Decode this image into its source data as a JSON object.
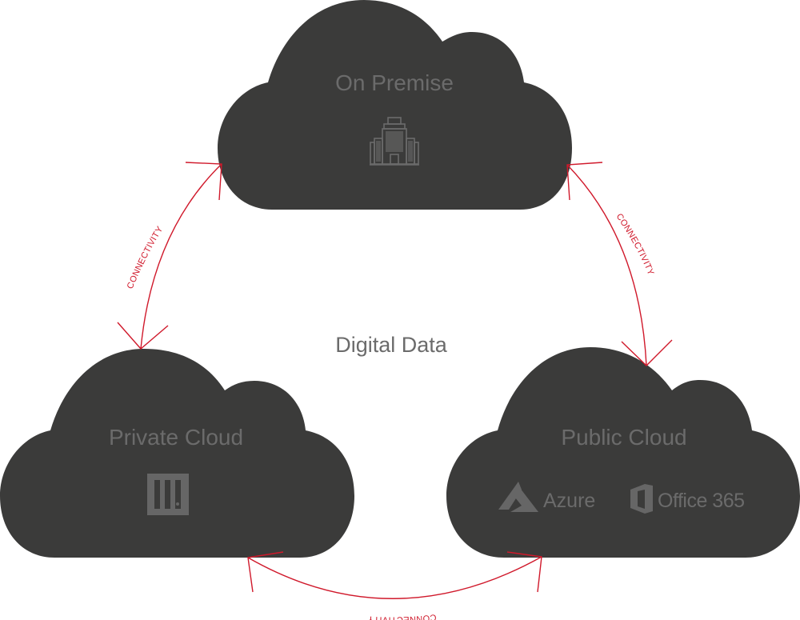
{
  "center_label": "Digital Data",
  "clouds": {
    "on_premise": {
      "label": "On Premise",
      "icon": "building-icon"
    },
    "private_cloud": {
      "label": "Private Cloud",
      "icon": "server-rack-icon"
    },
    "public_cloud": {
      "label": "Public Cloud",
      "logos": [
        {
          "name": "Azure",
          "icon": "azure-logo-icon"
        },
        {
          "name": "Office 365",
          "icon": "office365-logo-icon"
        }
      ]
    }
  },
  "connections": [
    {
      "from": "On Premise",
      "to": "Private Cloud",
      "label": "CONNECTIVITY"
    },
    {
      "from": "On Premise",
      "to": "Public Cloud",
      "label": "CONNECTIVITY"
    },
    {
      "from": "Private Cloud",
      "to": "Public Cloud",
      "label": "CONNECTIVITY"
    }
  ],
  "colors": {
    "cloud": "#3b3b3a",
    "label": "#6b6b6b",
    "connector": "#d0192b"
  }
}
